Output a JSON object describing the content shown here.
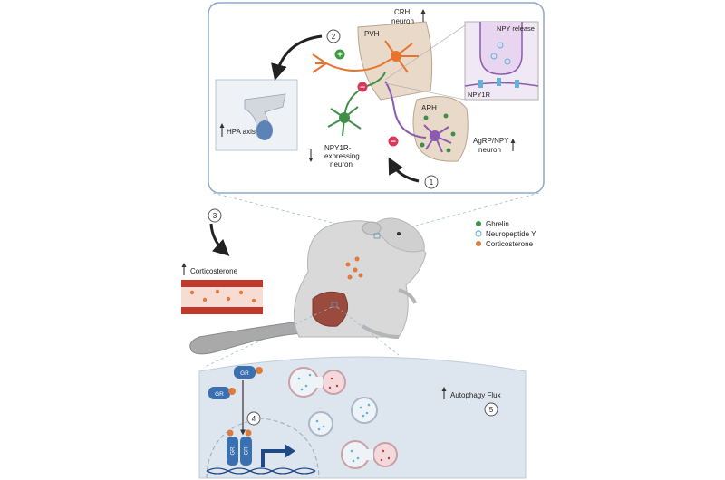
{
  "labels": {
    "crh_neuron_line1": "CRH",
    "crh_neuron_line2": "neuron",
    "pvh": "PVH",
    "arh": "ARH",
    "npy_release": "NPY release",
    "npy1r": "NPY1R",
    "hpa_axis": "HPA axis",
    "npy1r_neuron_line1": "NPY1R-",
    "npy1r_neuron_line2": "expressing",
    "npy1r_neuron_line3": "neuron",
    "agrp_line1": "AgRP/NPY",
    "agrp_line2": "neuron",
    "corticosterone": "Corticosterone",
    "autophagy_flux": "Autophagy Flux",
    "gr": "GR"
  },
  "steps": [
    "1",
    "2",
    "3",
    "4",
    "5"
  ],
  "legend": [
    {
      "label": "Ghrelin",
      "color": "#3f8f4a",
      "style": "filled"
    },
    {
      "label": "Neuropeptide Y",
      "color": "#5fb4d8",
      "style": "ring"
    },
    {
      "label": "Corticosterone",
      "color": "#e07a3c",
      "style": "filled"
    }
  ],
  "signs": {
    "plus": "+",
    "minus": "−"
  },
  "colors": {
    "panel_border": "#8fa8c8",
    "brain_region": "#e9d9c8",
    "crh_neuron": "#e8732e",
    "agrp_neuron": "#8a5bb0",
    "npy1r_neuron": "#3f8f4a",
    "mouse": "#d9d9d9",
    "liver": "#9a4b3e",
    "vessel": "#c0392b",
    "gr": "#3a6fb0",
    "cell": "#dde5ee"
  }
}
